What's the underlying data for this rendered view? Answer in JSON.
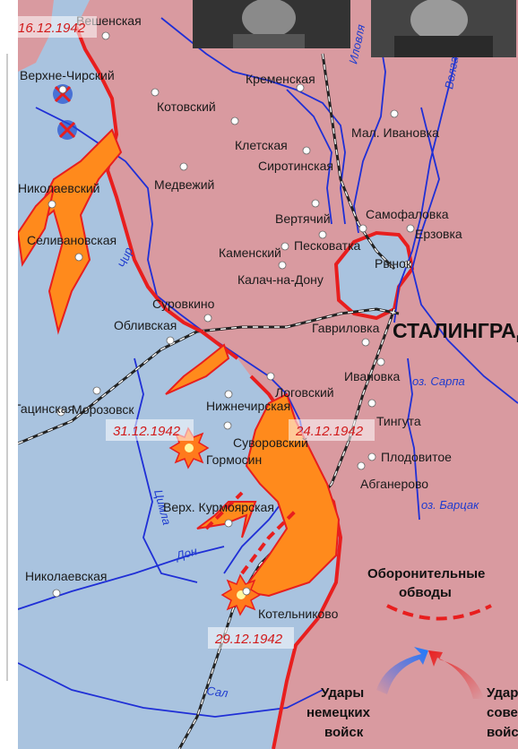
{
  "dates": {
    "d1": "16.12.1942",
    "d2": "31.12.1942",
    "d3": "24.12.1942",
    "d4": "29.12.1942"
  },
  "places": {
    "veshenskaya": "Вешенская",
    "verkhne_chirsky": "Верхне-Чирский",
    "nikolaevsky": "Николаевский",
    "selivanovskaya": "Селивановская",
    "kotovsky": "Котовский",
    "kremenskaya": "Кременская",
    "kletskaya": "Клетская",
    "sirotinskaya": "Сиротинская",
    "mal_ivanovka": "Мал. Ивановка",
    "medvezhy": "Медвежий",
    "vertyachiy": "Вертячий",
    "samofalovka": "Самофаловка",
    "erzovka": "Ерзовка",
    "kamensky": "Каменский",
    "peskovatka": "Песковатка",
    "rynok": "Рынок",
    "kalach": "Калач-на-Дону",
    "surovkino": "Суровкино",
    "oblivskaya": "Обливская",
    "gavrilovka": "Гавриловка",
    "stalingrad": "СТАЛИНГРАД",
    "ivanovka": "Ивановка",
    "tatsinskaya": "Тацинская",
    "morozovsk": "Морозовск",
    "nizhnechirskaya": "Нижнечирская",
    "logovsky": "Логовский",
    "tinguta": "Тингута",
    "surovikino": "Суворовский",
    "germosin": "Гормосин",
    "plodovitoe": "Плодовитое",
    "abganerovo": "Абганерово",
    "verkh_kurmoyarskaya": "Верх. Курмоярская",
    "nikolaevskaya": "Николаевская",
    "kotelnikovo": "Котельниково"
  },
  "rivers": {
    "ilovlya": "Иловля",
    "volga": "Волга",
    "chir": "Чир",
    "don": "Дон",
    "tsimla": "Цимла",
    "sal": "Сал",
    "sarpa": "оз. Сарпа",
    "bartsak": "оз. Барцак"
  },
  "legend": {
    "defense_line1": "Оборонительные",
    "defense_line2": "обводы",
    "german_line1": "Удары",
    "german_line2": "немецких",
    "german_line3": "войск",
    "soviet_line1": "Удар",
    "soviet_line2": "сове",
    "soviet_line3": "войск"
  },
  "colors": {
    "soviet_territory": "#d99aa0",
    "german_territory": "#a9c3df",
    "soviet_front": "#e81e1e",
    "german_arrow": "#ff8a1c",
    "rivers": "#1f2fd6",
    "railway": "#222222"
  },
  "icons": [
    "explosion-icon",
    "cross-circle-icon",
    "portrait-photo"
  ]
}
